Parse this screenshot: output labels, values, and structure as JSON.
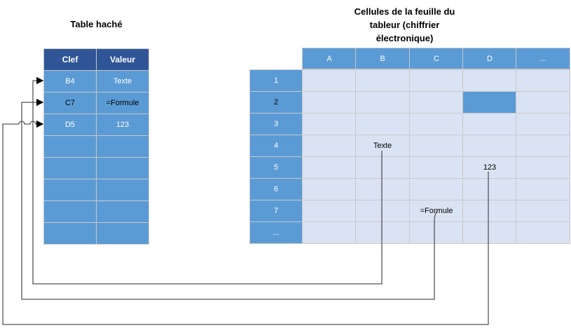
{
  "hash_table": {
    "title": "Table haché",
    "headers": [
      "Clef",
      "Valeur"
    ],
    "rows": [
      [
        "B4",
        "Texte"
      ],
      [
        "C7",
        "=Formule"
      ],
      [
        "D5",
        "123"
      ],
      [
        "",
        ""
      ],
      [
        "",
        ""
      ],
      [
        "",
        ""
      ],
      [
        "",
        ""
      ],
      [
        "",
        ""
      ]
    ]
  },
  "sheet": {
    "title": "Cellules de la feuille du tableur (chiffrier électronique)",
    "columns": [
      "A",
      "B",
      "C",
      "D",
      "..."
    ],
    "rows": [
      "1",
      "2",
      "3",
      "4",
      "5",
      "6",
      "7",
      "..."
    ],
    "cells": {
      "B4": "Texte",
      "D5": "123",
      "C7": "=Formule"
    },
    "highlighted": "D2"
  },
  "colors": {
    "header_dark": "#2f5597",
    "header": "#5b9bd5",
    "cell": "#dae3f3"
  }
}
